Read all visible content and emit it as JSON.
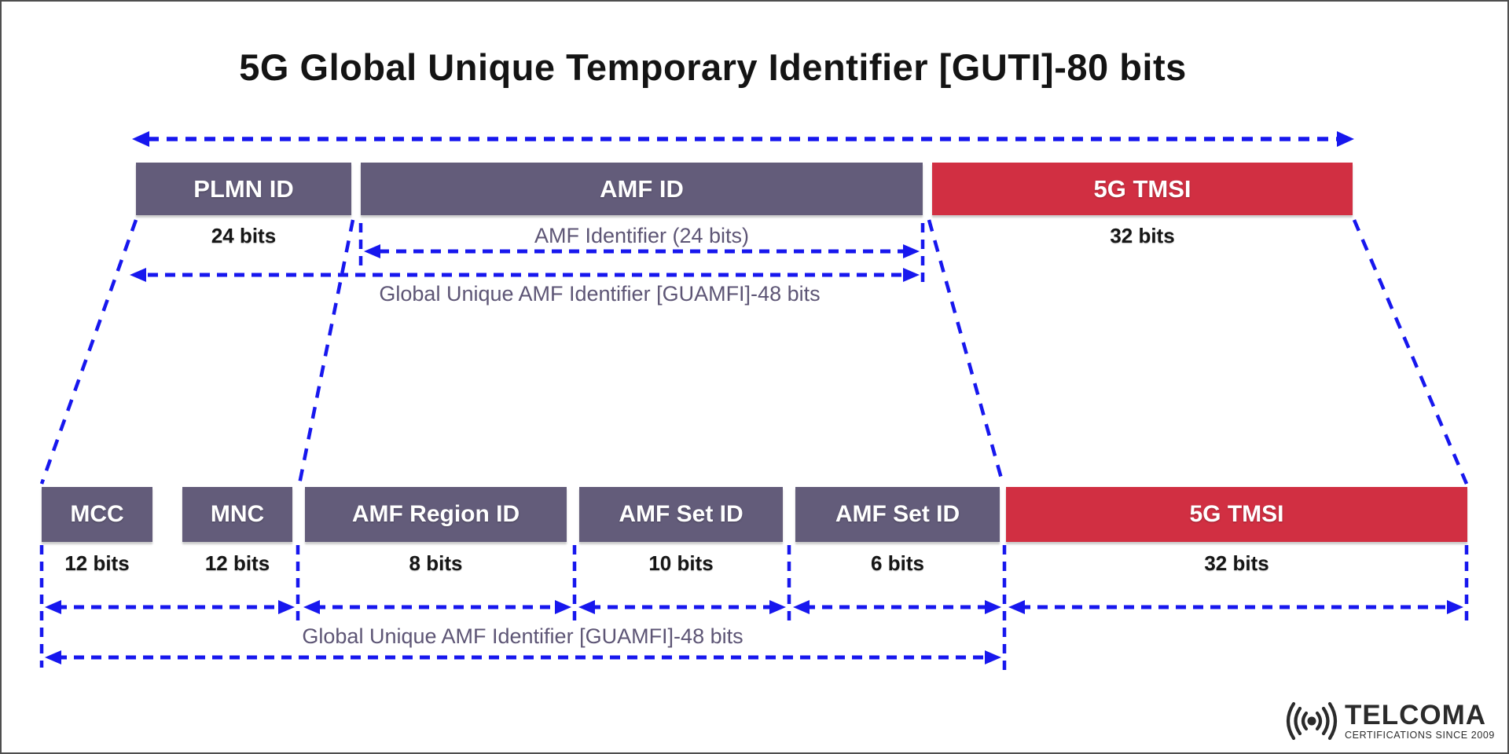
{
  "title": "5G Global Unique Temporary Identifier [GUTI]-80 bits",
  "top_row": {
    "plmn": {
      "label": "PLMN ID",
      "bits": "24 bits"
    },
    "amf": {
      "label": "AMF ID",
      "sub": "AMF Identifier (24 bits)"
    },
    "tmsi": {
      "label": "5G TMSI",
      "bits": "32 bits"
    }
  },
  "guamfi_top": "Global Unique AMF Identifier [GUAMFI]-48 bits",
  "bottom_row": [
    {
      "label": "MCC",
      "bits": "12 bits"
    },
    {
      "label": "MNC",
      "bits": "12 bits"
    },
    {
      "label": "AMF Region ID",
      "bits": "8 bits"
    },
    {
      "label": "AMF Set ID",
      "bits": "10 bits"
    },
    {
      "label": "AMF Set ID",
      "bits": "6 bits"
    },
    {
      "label": "5G TMSI",
      "bits": "32 bits"
    }
  ],
  "guamfi_bottom": "Global Unique AMF Identifier [GUAMFI]-48 bits",
  "logo": {
    "name": "TELCOMA",
    "tagline": "CERTIFICATIONS SINCE 2009"
  },
  "colors": {
    "field_purple": "#635c7a",
    "field_red": "#d12f42",
    "arrow_blue": "#1717ee",
    "label_purple": "#5d5575",
    "text_black": "#161616"
  }
}
